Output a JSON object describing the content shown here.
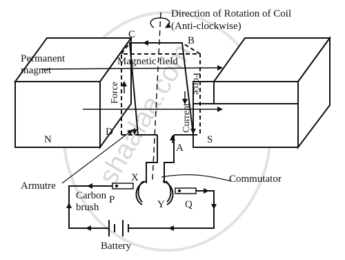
{
  "labels": {
    "rotation_title": "Direction of Rotation of Coil",
    "rotation_sub": "(Anti-clockwise)",
    "permanent": "Permanent",
    "magnet": "magnet",
    "magnetic_field": "Magnetic field",
    "force_left": "Force",
    "force_right": "Force",
    "current": "Current",
    "commutator": "Commutator",
    "armature": "Armutre",
    "carbon": "Carbon",
    "brush": "brush",
    "battery": "Battery"
  },
  "letters": {
    "a": "A",
    "b": "B",
    "c": "C",
    "d": "D",
    "n": "N",
    "s": "S",
    "p": "P",
    "q": "Q",
    "x": "X",
    "y": "Y"
  },
  "watermark": "shaalaa.com"
}
